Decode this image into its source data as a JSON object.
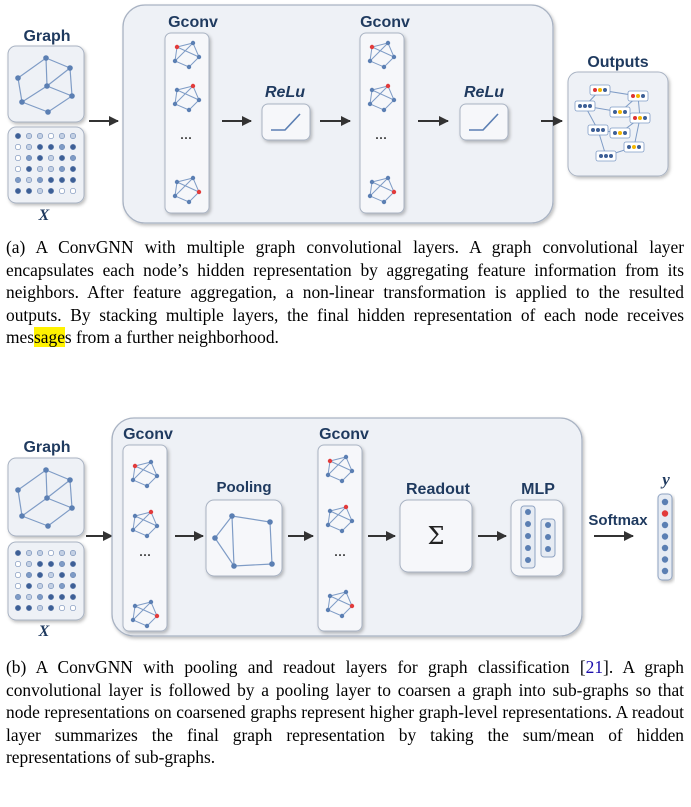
{
  "figure_a": {
    "graph_label": "Graph",
    "x_label": "X",
    "gconv_labels": [
      "Gconv",
      "Gconv"
    ],
    "relu_labels": [
      "ReLu",
      "ReLu"
    ],
    "ellipsis": "...",
    "outputs_label": "Outputs"
  },
  "caption_a": {
    "prefix": "(a) A ConvGNN with multiple graph convolutional layers. A graph convolutional layer encapsulates each node’s hidden representation by aggregating feature information from its neighbors. After feature aggregation, a non-linear transformation is applied to the resulted outputs. By stacking multiple layers, the final hidden representation of each node receives mes",
    "highlight": "sage",
    "suffix": "s from a further neighborhood."
  },
  "figure_b": {
    "graph_label": "Graph",
    "x_label": "X",
    "gconv_labels": [
      "Gconv",
      "Gconv"
    ],
    "pooling_label": "Pooling",
    "readout_label": "Readout",
    "sigma": "Σ",
    "mlp_label": "MLP",
    "softmax_label": "Softmax",
    "y_label": "y",
    "ellipsis": "..."
  },
  "caption_b": {
    "text_before": "(b) A ConvGNN with pooling and readout layers for graph classification [",
    "citation": "21",
    "text_after": "]. A graph convolutional layer is followed by a pooling layer to coarsen a graph into sub-graphs so that node representations on coarsened graphs represent higher graph-level representations. A readout layer summarizes the final graph representation by taking the sum/mean of hidden representations of sub-graphs."
  },
  "colors": {
    "panel_fill": "#eef1f6",
    "panel_stroke": "#a9b3c3",
    "node": "#5b7fb3",
    "node_highlight": "#e23b3b",
    "edge": "#7f9cc6",
    "arrow": "#3a3a3a",
    "citation": "#1a0dab",
    "highlight": "#fff200"
  }
}
